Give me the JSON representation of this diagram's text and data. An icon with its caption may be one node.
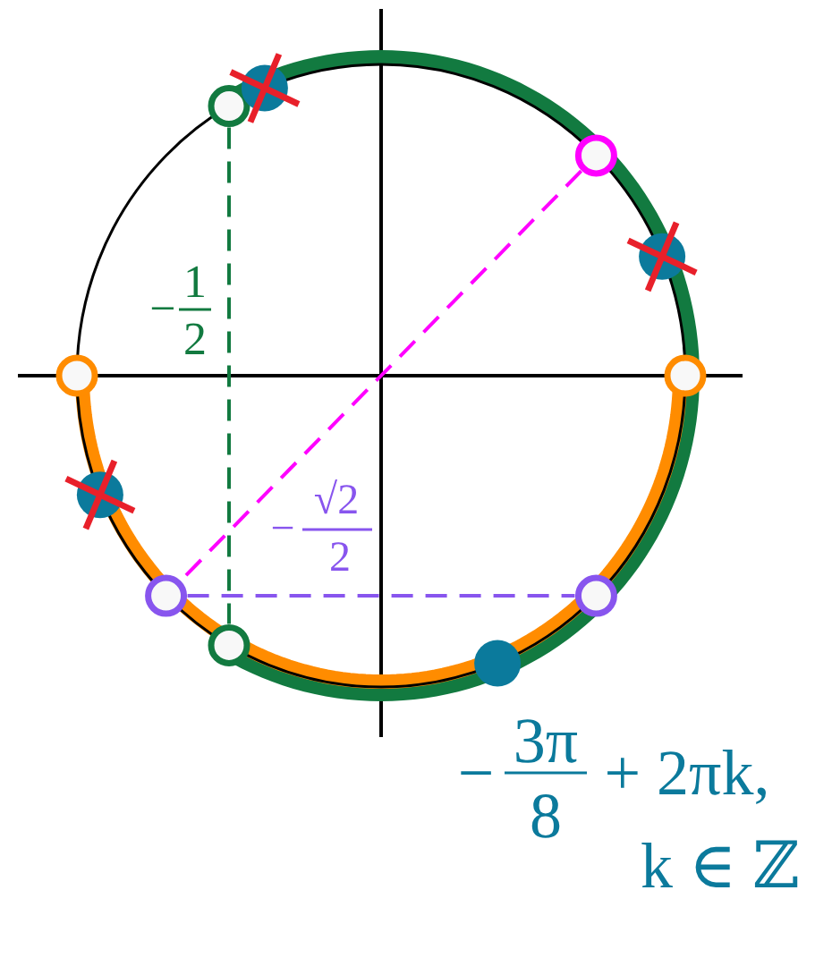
{
  "diagram": {
    "nodes": [
      {
        "text": [],
        "shape": "circle"
      },
      {
        "text": [],
        "shape": "circle"
      },
      {
        "text": [],
        "shape": "circle"
      },
      {
        "text": [],
        "shape": "circle"
      },
      {
        "text": [],
        "shape": "circle"
      },
      {
        "text": [],
        "shape": "circle"
      },
      {
        "text": [],
        "shape": "circle"
      }
    ],
    "edges": [
      {
        "from": 2,
        "to": 3,
        "arrow": "none",
        "style": "dashed",
        "color": "#127a40"
      },
      {
        "from": 4,
        "to": 1,
        "arrow": "none",
        "style": "dashed",
        "color": "#ff00ff"
      },
      {
        "from": 1,
        "to": 5,
        "arrow": "none",
        "style": "dashed",
        "color": "#8855ee"
      }
    ],
    "labels": [
      "−",
      "1",
      "2",
      "−",
      "√2",
      "2",
      "−",
      "3π",
      "8",
      "+ 2πk,",
      "k ∈ ℤ"
    ]
  }
}
